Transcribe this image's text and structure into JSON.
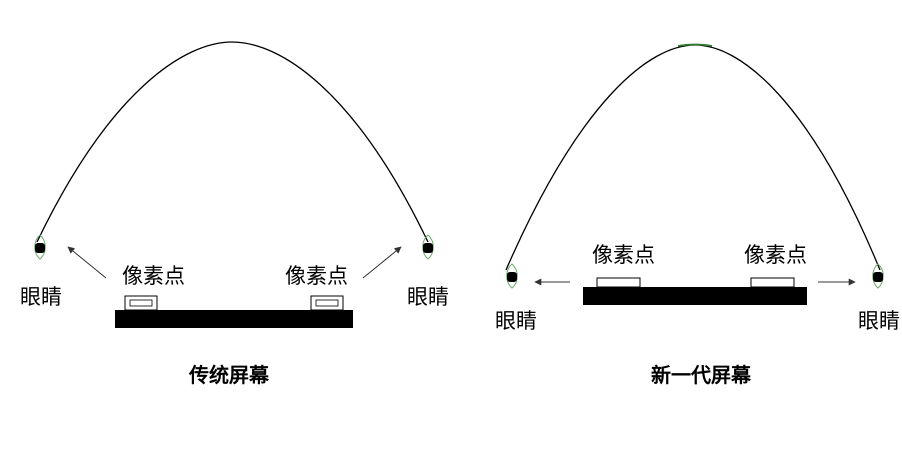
{
  "colors": {
    "curve": "#000000",
    "curve_peak_tint": "#2e7d32",
    "screen": "#000000",
    "eye_outline": "#6aa86a",
    "arrow": "#333333"
  },
  "panels": {
    "traditional": {
      "title": "传统屏幕",
      "eye_left_label": "眼睛",
      "eye_right_label": "眼睛",
      "pixel_left_label": "像素点",
      "pixel_right_label": "像素点"
    },
    "new_gen": {
      "title": "新一代屏幕",
      "eye_left_label": "眼睛",
      "eye_right_label": "眼睛",
      "pixel_left_label": "像素点",
      "pixel_right_label": "像素点"
    }
  },
  "icons": {
    "eye": "eye-icon",
    "arrow": "arrow-icon"
  }
}
